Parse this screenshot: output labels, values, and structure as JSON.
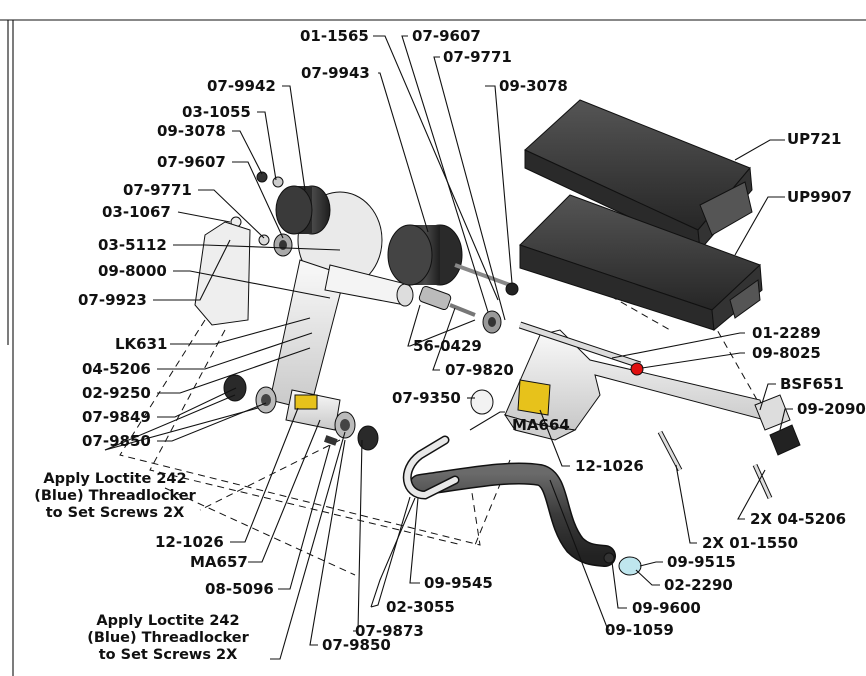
{
  "part_labels": {
    "p01_1565": "01-1565",
    "p07_9607_top": "07-9607",
    "p07_9771_top": "07-9771",
    "p07_9943": "07-9943",
    "p09_3078_top": "09-3078",
    "p07_9942": "07-9942",
    "pUP721": "UP721",
    "p03_1055": "03-1055",
    "p09_3078_left": "09-3078",
    "p07_9607_left": "07-9607",
    "pUP9907": "UP9907",
    "p07_9771_left": "07-9771",
    "p03_1067": "03-1067",
    "p03_5112": "03-5112",
    "p09_8000": "09-8000",
    "p07_9923": "07-9923",
    "pLK631": "LK631",
    "p56_0429": "56-0429",
    "p01_2289": "01-2289",
    "p04_5206": "04-5206",
    "p09_8025": "09-8025",
    "p07_9820": "07-9820",
    "p02_9250": "02-9250",
    "pBSF651": "BSF651",
    "p07_9849": "07-9849",
    "p07_9350": "07-9350",
    "p09_2090": "09-2090",
    "p07_9850_left": "07-9850",
    "pMA664": "MA664",
    "p12_1026_right": "12-1026",
    "p2x04_5206": "2X 04-5206",
    "p12_1026_left": "12-1026",
    "p2x01_1550": "2X 01-1550",
    "pMA657": "MA657",
    "p09_9545": "09-9545",
    "p09_9515": "09-9515",
    "p08_5096": "08-5096",
    "p02_2290": "02-2290",
    "p02_3055": "02-3055",
    "p09_9600": "09-9600",
    "p07_9873": "07-9873",
    "p09_1059": "09-1059",
    "p07_9850_bottom": "07-9850"
  },
  "notes": {
    "loctite_1": [
      "Apply Loctite 242",
      "(Blue) Threadlocker",
      "to Set Screws 2X"
    ],
    "loctite_2": [
      "Apply Loctite 242",
      "(Blue) Threadlocker",
      "to Set Screws 2X"
    ]
  },
  "colors": {
    "ink": "#111111",
    "pad_dark": "#2f2f2f",
    "metal_light": "#e6e6e6",
    "metal_mid": "#bdbdbd",
    "accent_red": "#e01010",
    "decal_yellow": "#e7c21b"
  }
}
